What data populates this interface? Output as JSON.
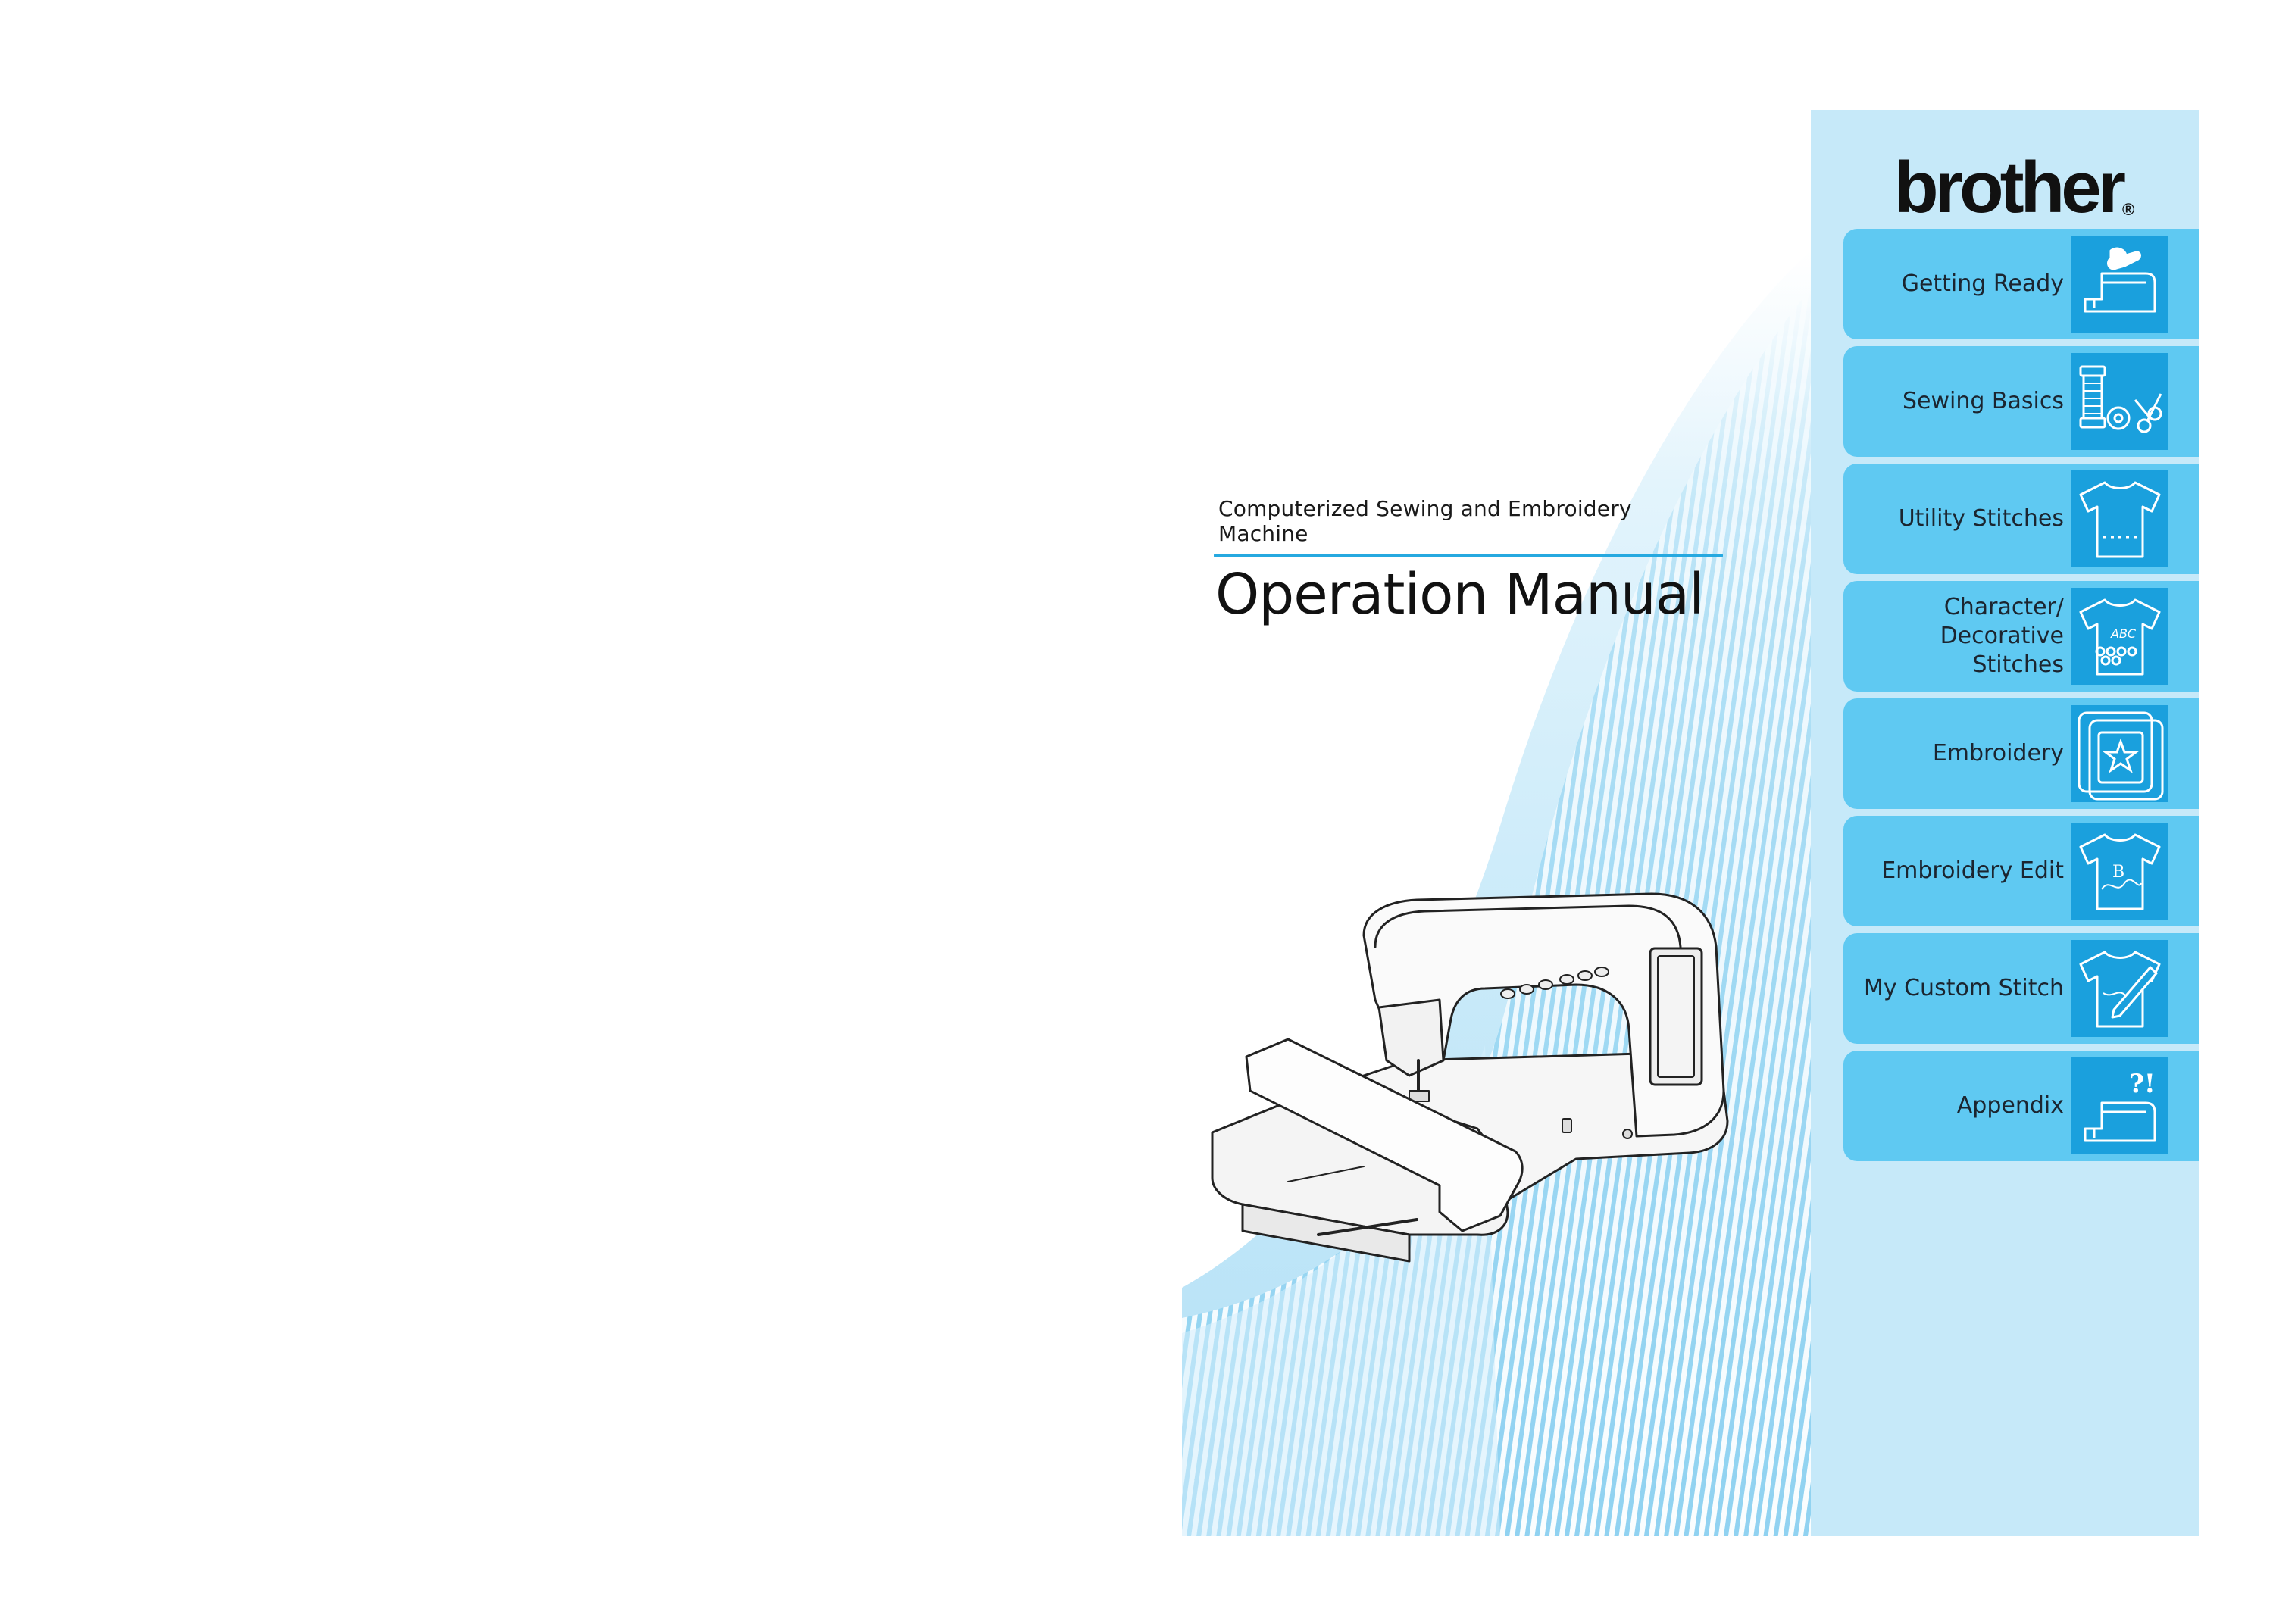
{
  "document": {
    "subtitle": "Computerized Sewing and Embroidery Machine",
    "title": "Operation Manual"
  },
  "brand": {
    "logo_text": "brother",
    "registered_mark": "®"
  },
  "colors": {
    "accent": "#26a9e0",
    "sidebar_bg": "#c6e9f9",
    "tab_bg": "#5fc9f2",
    "tab_icon_bg": "#1aa0dd"
  },
  "tabs": [
    {
      "label": "Getting Ready",
      "icon": "sewing-machine-hand-icon"
    },
    {
      "label": "Sewing Basics",
      "icon": "thread-spool-scissors-icon"
    },
    {
      "label": "Utility Stitches",
      "icon": "shirt-stitch-line-icon"
    },
    {
      "label": "Character/\nDecorative Stitches",
      "icon": "shirt-abc-icon"
    },
    {
      "label": "Embroidery",
      "icon": "embroidery-frame-star-icon"
    },
    {
      "label": "Embroidery Edit",
      "icon": "shirt-letter-b-icon"
    },
    {
      "label": "My Custom Stitch",
      "icon": "shirt-pen-icon"
    },
    {
      "label": "Appendix",
      "icon": "sewing-machine-question-icon"
    }
  ]
}
